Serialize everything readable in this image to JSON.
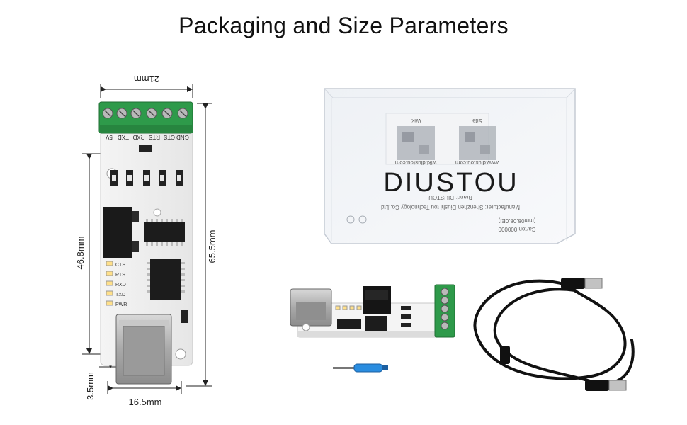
{
  "title": "Packaging and Size Parameters",
  "dimensions": {
    "top_width": "21mm",
    "body_height": "46.8mm",
    "total_height": "65.5mm",
    "offset": "3.5mm",
    "bottom_width": "16.5mm"
  },
  "board_pins": [
    "GND",
    "CTS",
    "RTS",
    "RXD",
    "TXD",
    "5V"
  ],
  "board_leds": [
    "CTS",
    "RTS",
    "RXD",
    "TXD",
    "PWR"
  ],
  "box": {
    "brand": "DIUSTOU",
    "qr_labels": [
      "Wiki",
      "Site"
    ],
    "qr_urls": [
      "wiki.diustou.com",
      "www.diustou.com"
    ],
    "info_lines": [
      "Brand: DIUSTOU",
      "Manufacturer: Shenzhen Diushi  tou  Technology Co.,Ltd"
    ],
    "carton_lines": [
      "(mm08.08.0EI)",
      "Carton 000000"
    ]
  }
}
